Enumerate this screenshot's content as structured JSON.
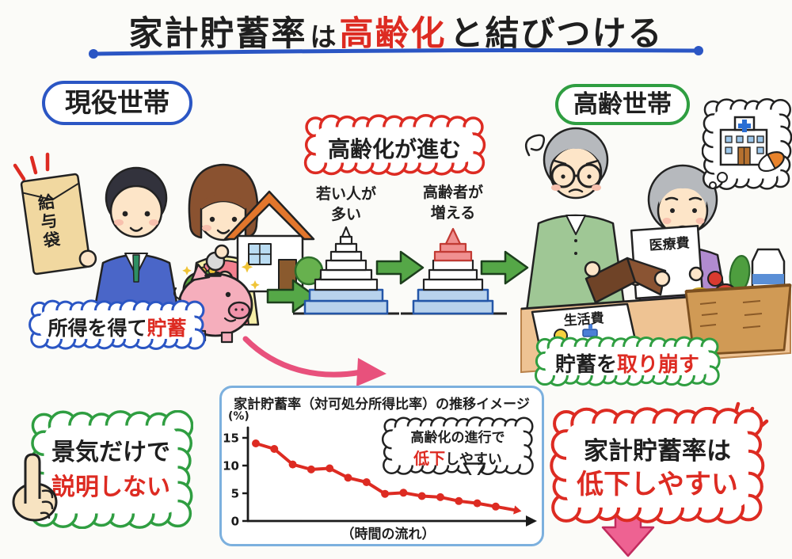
{
  "title": {
    "part1": "家計貯蓄率",
    "particle": "は",
    "highlight": "高齢化",
    "part2": "と結びつける"
  },
  "sections": {
    "working": {
      "label": "現役世帯",
      "envelope_text": "給与袋",
      "bubble_text": "所得を得て",
      "bubble_highlight": "貯蓄"
    },
    "aging": {
      "bubble": "高齢化が進む",
      "pyramid_young_line1": "若い人が",
      "pyramid_young_line2": "多い",
      "pyramid_old_line1": "高齢者が",
      "pyramid_old_line2": "増える"
    },
    "elderly": {
      "label": "高齢世帯",
      "medical_paper": "医療費",
      "living_paper": "生活費",
      "bubble_text": "貯蓄を",
      "bubble_highlight": "取り崩す"
    }
  },
  "conclusions": {
    "left": {
      "line1": "景気だけで",
      "line2": "説明しない"
    },
    "right": {
      "line1": "家計貯蓄率は",
      "line2": "低下しやすい"
    }
  },
  "chart_data": {
    "type": "line",
    "title": "家計貯蓄率（対可処分所得比率）の推移イメージ",
    "unit_label": "(%)",
    "xlabel": "（時間の流れ）",
    "yticks": [
      15,
      10,
      5,
      0
    ],
    "ylim": [
      0,
      16
    ],
    "grid": false,
    "values": [
      14,
      13,
      10.2,
      9.3,
      9.5,
      7.8,
      7.0,
      4.9,
      5.1,
      4.5,
      4.3,
      3.6,
      3.2,
      2.6
    ],
    "line_color": "#dd2b22",
    "annotation": {
      "line1": "高齢化の進行で",
      "line2_highlight": "低下",
      "line2_rest": "しやすい"
    }
  },
  "colors": {
    "accent_blue": "#2b56c4",
    "accent_red": "#dd2b22",
    "accent_green": "#2f9e41",
    "accent_pink": "#e8517c",
    "chart_border_blue": "#7cb0de"
  }
}
